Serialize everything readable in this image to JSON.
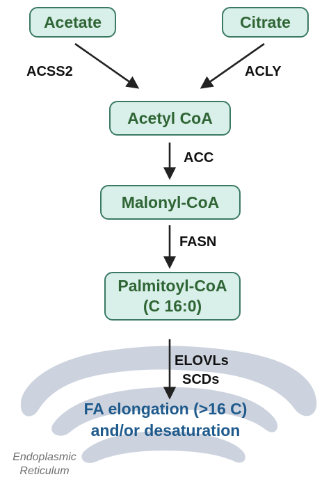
{
  "sources": {
    "acetate": "Acetate",
    "citrate": "Citrate"
  },
  "enzymes": {
    "acss2": "ACSS2",
    "acly": "ACLY",
    "acc": "ACC",
    "fasn": "FASN",
    "elovls": "ELOVLs",
    "scds": "SCDs"
  },
  "intermediates": {
    "acetyl_coa": "Acetyl CoA",
    "malonyl_coa": "Malonyl-CoA",
    "palmitoyl_coa": {
      "line1": "Palmitoyl-CoA",
      "line2": "(C 16:0)"
    }
  },
  "result": {
    "line1": "FA elongation (>16 C)",
    "line2": "and/or desaturation"
  },
  "organelle": {
    "line1": "Endoplasmic",
    "line2": "Reticulum"
  },
  "colors": {
    "box_fill": "#d9efe9",
    "box_border": "#3a7a63",
    "box_text": "#2f6535",
    "result_text": "#1f5a8c",
    "er_fill": "#cdd3de",
    "arrow": "#222222"
  }
}
